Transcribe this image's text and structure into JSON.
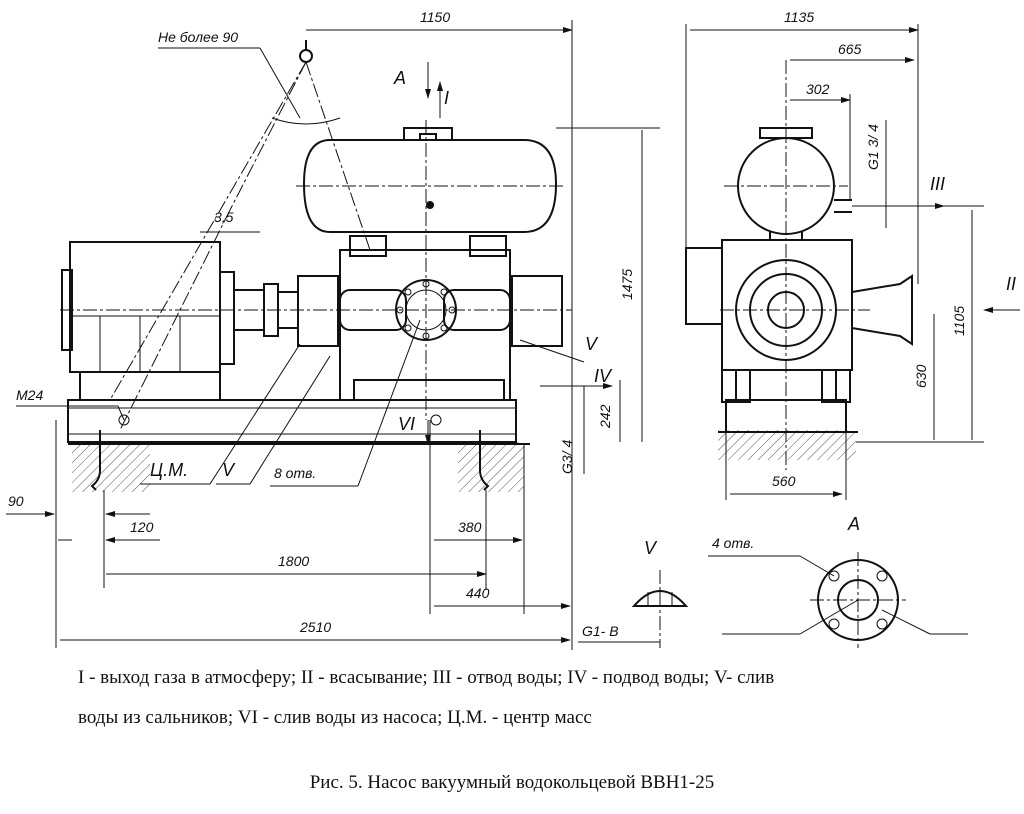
{
  "drawing": {
    "dims": {
      "ne_bolee": "Не более 90",
      "d1150": "1150",
      "d1135": "1135",
      "d665": "665",
      "d302": "302",
      "g134": "G1 3/ 4",
      "d1475": "1475",
      "d1105": "1105",
      "d630": "630",
      "d242": "242",
      "g34": "G3/ 4",
      "d560": "560",
      "m24": "M24",
      "d90": "90",
      "d120": "120",
      "d1800": "1800",
      "d380": "380",
      "d440": "440",
      "d2510": "2510",
      "d35": "3,5",
      "g1b": "G1- B",
      "otv8": "8 отв.",
      "otv4": "4 отв."
    },
    "labels": {
      "A_top": "A",
      "I": "I",
      "II": "II",
      "III": "III",
      "IV": "IV",
      "V_right": "V",
      "V_left": "V",
      "VI": "VI",
      "cm": "Ц.М.",
      "view_V": "V",
      "view_A": "A"
    }
  },
  "legend": {
    "line1": "I -  выход газа в атмосферу; II - всасывание; III - отвод воды; IV - подвод воды; V- слив",
    "line2": "воды из сальников; VI - слив воды из насоса; Ц.М. - центр масс"
  },
  "caption": "Рис. 5. Насос вакуумный водокольцевой ВВН1-25"
}
